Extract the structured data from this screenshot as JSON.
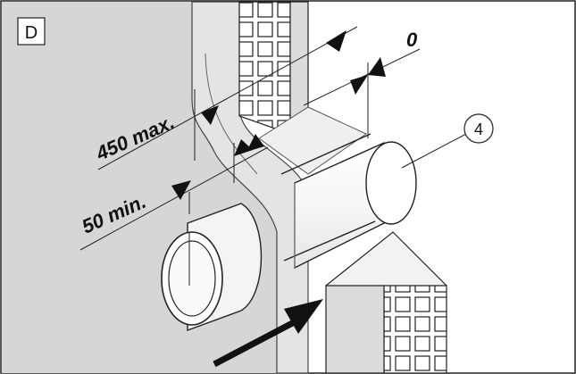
{
  "panel_label": "D",
  "dimensions": {
    "offset": "0",
    "max": "450 max.",
    "min": "50 min."
  },
  "callout": "4"
}
